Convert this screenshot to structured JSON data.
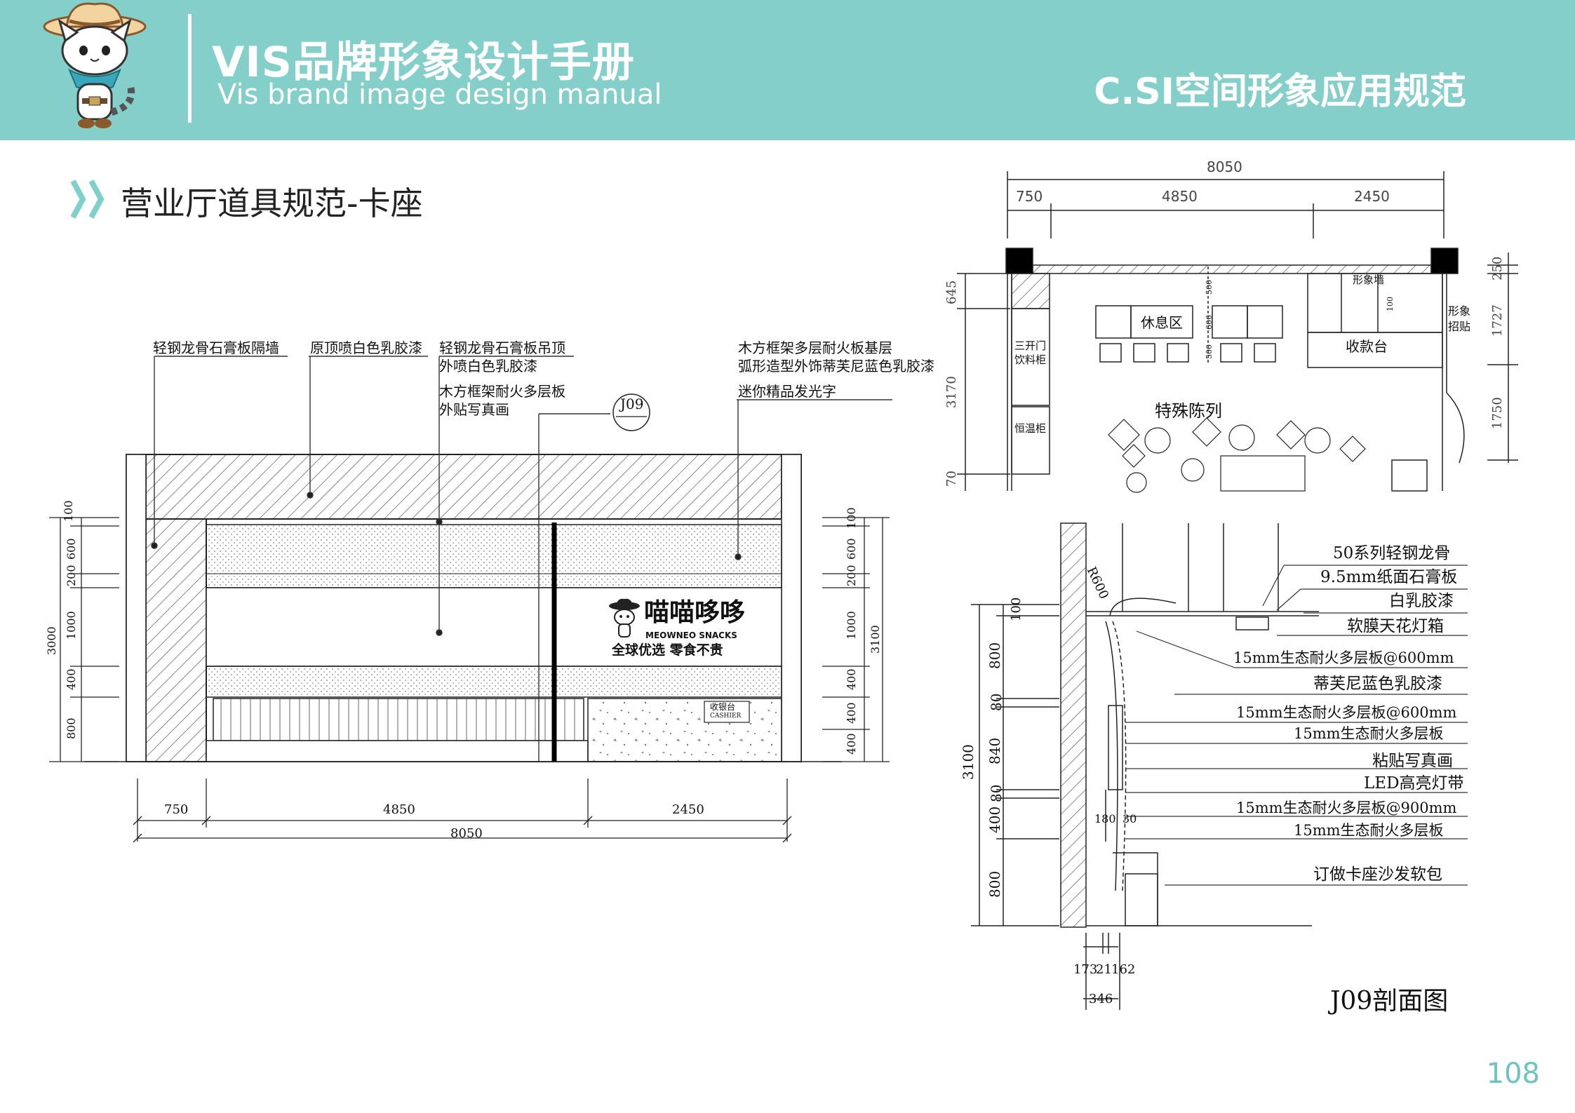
{
  "header": {
    "title": "VIS品牌形象设计手册",
    "subtitle": "Vis brand image design manual",
    "chapter": "C.SI空间形象应用规范",
    "mascot_icon": "cowboy-cat-mascot-icon"
  },
  "section": {
    "title": "营业厅道具规范-卡座"
  },
  "elevation": {
    "callouts_left": [
      "轻钢龙骨石膏板隔墙",
      "原顶喷白色乳胶漆",
      "轻钢龙骨石膏板吊顶",
      "外喷白色乳胶漆",
      "木方框架耐火多层板",
      "外贴写真画"
    ],
    "callouts_right": [
      "木方框架多层耐火板基层",
      "弧形造型外饰蒂芙尼蓝色乳胶漆",
      "迷你精品发光字"
    ],
    "tag": "J09",
    "logo": {
      "name": "喵喵哆哆",
      "name_en": "MEOWNEO SNACKS",
      "slogan": "全球优选 零食不贵"
    },
    "cashier_label": "收银台",
    "cashier_label_en": "CASHIER",
    "dims_bottom": [
      "750",
      "4850",
      "2450"
    ],
    "dims_total": "8050",
    "dims_left": [
      "100",
      "600",
      "200",
      "1000",
      "400",
      "800"
    ],
    "dims_left_total": "3000",
    "dims_right": [
      "100",
      "600",
      "200",
      "1000",
      "400",
      "400",
      "400"
    ],
    "dims_right_total": "3100"
  },
  "plan": {
    "dims_top_total": "8050",
    "dims_top": [
      "750",
      "4850",
      "2450"
    ],
    "dims_left": [
      "645",
      "3170",
      "70"
    ],
    "dims_right": [
      "250",
      "1727",
      "1750"
    ],
    "labels": [
      "形象墙",
      "形象",
      "招贴",
      "休息区",
      "三开门",
      "饮料柜",
      "收款台",
      "恒温柜",
      "特殊陈列"
    ],
    "inner_dims": [
      "100",
      "500",
      "600",
      "500"
    ]
  },
  "section_detail": {
    "title": "J09剖面图",
    "radius_label": "R600",
    "callouts": [
      "50系列轻钢龙骨",
      "9.5mm纸面石膏板",
      "白乳胶漆",
      "软膜天花灯箱",
      "15mm生态耐火多层板@600mm",
      "蒂芙尼蓝色乳胶漆",
      "15mm生态耐火多层板@600mm",
      "15mm生态耐火多层板",
      "粘贴写真画",
      "LED高亮灯带",
      "15mm生态耐火多层板@900mm",
      "15mm生态耐火多层板",
      "订做卡座沙发软包"
    ],
    "dims_left": [
      "100",
      "800",
      "80",
      "840",
      "80",
      "400",
      "800"
    ],
    "dims_left_total": "3100",
    "dims_mid": [
      "180",
      "30"
    ],
    "dims_bottom": [
      "173",
      "21",
      "162"
    ],
    "dims_bottom_total": "346"
  },
  "page_number": "108",
  "colors": {
    "header": "#85cfca",
    "accent": "#6ec4c0",
    "ink": "#111111"
  }
}
